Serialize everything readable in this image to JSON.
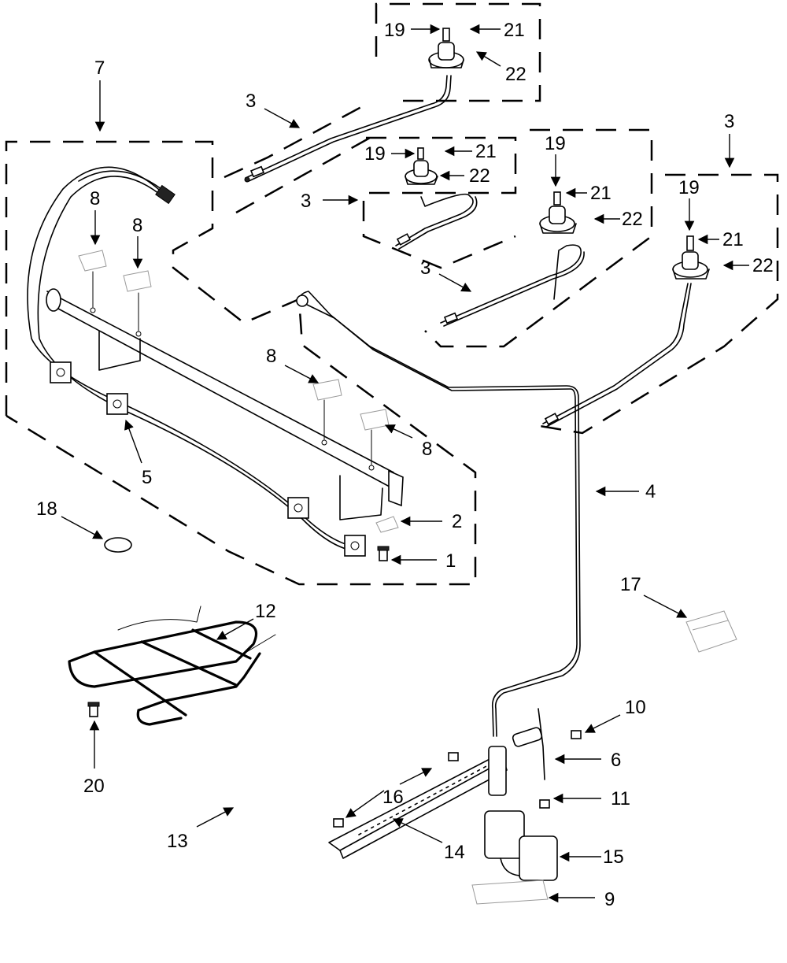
{
  "diagram": {
    "callouts": [
      {
        "id": "c19a",
        "text": "19"
      },
      {
        "id": "c21a",
        "text": "21"
      },
      {
        "id": "c22a",
        "text": "22"
      },
      {
        "id": "c3a",
        "text": "3"
      },
      {
        "id": "c7",
        "text": "7"
      },
      {
        "id": "c19b",
        "text": "19"
      },
      {
        "id": "c21b",
        "text": "21"
      },
      {
        "id": "c22b",
        "text": "22"
      },
      {
        "id": "c3b",
        "text": "3"
      },
      {
        "id": "c3c",
        "text": "3"
      },
      {
        "id": "c19c",
        "text": "19"
      },
      {
        "id": "c21c",
        "text": "21"
      },
      {
        "id": "c22c",
        "text": "22"
      },
      {
        "id": "c3d",
        "text": "3"
      },
      {
        "id": "c19d",
        "text": "19"
      },
      {
        "id": "c21d",
        "text": "21"
      },
      {
        "id": "c22d",
        "text": "22"
      },
      {
        "id": "c8a",
        "text": "8"
      },
      {
        "id": "c8b",
        "text": "8"
      },
      {
        "id": "c8c",
        "text": "8"
      },
      {
        "id": "c8d",
        "text": "8"
      },
      {
        "id": "c5",
        "text": "5"
      },
      {
        "id": "c4",
        "text": "4"
      },
      {
        "id": "c18",
        "text": "18"
      },
      {
        "id": "c2",
        "text": "2"
      },
      {
        "id": "c1",
        "text": "1"
      },
      {
        "id": "c17",
        "text": "17"
      },
      {
        "id": "c12",
        "text": "12"
      },
      {
        "id": "c10",
        "text": "10"
      },
      {
        "id": "c6",
        "text": "6"
      },
      {
        "id": "c20",
        "text": "20"
      },
      {
        "id": "c16",
        "text": "16"
      },
      {
        "id": "c11",
        "text": "11"
      },
      {
        "id": "c13",
        "text": "13"
      },
      {
        "id": "c14",
        "text": "14"
      },
      {
        "id": "c15",
        "text": "15"
      },
      {
        "id": "c9",
        "text": "9"
      }
    ]
  }
}
